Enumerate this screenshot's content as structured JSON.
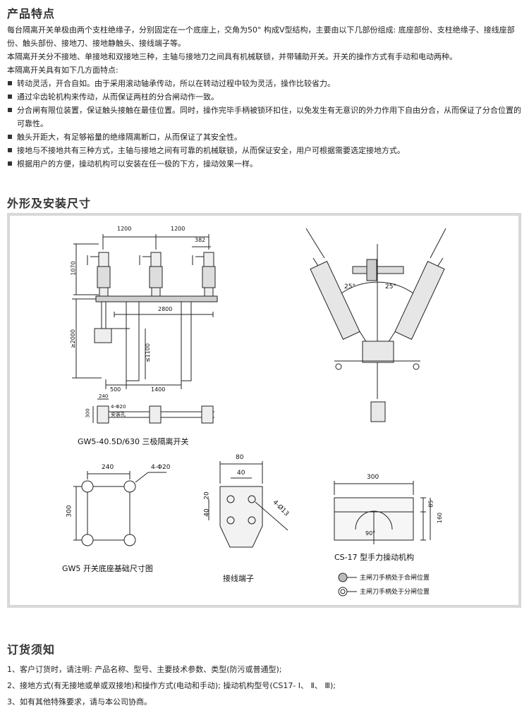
{
  "features": {
    "title": "产品特点",
    "intro": [
      "每台隔离开关单极由两个支柱绝缘子，分别固定在一个底座上，交角为50° 构成V型结构，主要由以下几部份组成: 底座部份、支柱绝缘子、接线座部份、触头部份、接地刀、接地静触头、接线端子等。",
      "本隔离开关分不接地、单接地和双接地三种，主轴与接地刀之间具有机械联锁，并带辅助开关。开关的操作方式有手动和电动两种。",
      "本隔离开关具有如下几方面特点:"
    ],
    "bullets": [
      "转动灵活，开合自如。由于采用滚动轴承传动，所以在转动过程中较为灵活，操作比较省力。",
      "通过伞齿轮机构来传动，从而保证两柱的分合闸动作一致。",
      "分合闸有限位装置，保证触头接触在最佳位置。同时，操作完毕手柄被锁环扣住，以免发生有无意识的外力作用下自由分合，从而保证了分合位置的可靠性。",
      "触头开距大，有足够裕量的绝缘隔离断口，从而保证了其安全性。",
      "接地与不接地共有三种方式，主轴与接地之间有可靠的机械联锁，从而保证安全，用户可根据需要选定接地方式。",
      "根据用户的方便，操动机构可以安装在任一极的下方，操动效果一样。"
    ]
  },
  "dimensions": {
    "title": "外形及安装尺寸",
    "main_view": {
      "dim_1200_a": "1200",
      "dim_1200_b": "1200",
      "dim_382": "382",
      "dim_1070": "1070",
      "dim_2800": "2800",
      "dim_2000": "≥2000",
      "dim_1100": "≤1100",
      "dim_500": "500",
      "dim_1400": "1400",
      "dim_240": "240",
      "dim_300": "300",
      "hole_label": "4-Φ20",
      "hole_label_2": "安装孔",
      "caption": "GW5-40.5D/630 三极隔离开关"
    },
    "side_view": {
      "angle_left": "25°",
      "angle_right": "25°"
    },
    "base": {
      "w": "240",
      "h": "300",
      "hole": "4-Φ20",
      "caption": "GW5 开关底座基础尺寸图"
    },
    "terminal": {
      "w80": "80",
      "w40": "40",
      "h20": "20",
      "h40": "40",
      "hole": "4-Ø13",
      "caption": "接线端子"
    },
    "mechanism": {
      "w300": "300",
      "h85": "85",
      "h160": "160",
      "angle": "90°",
      "caption": "CS-17 型手力操动机构"
    },
    "legend": [
      "主闸刀手柄处于合闸位置",
      "主闸刀手柄处于分闸位置"
    ]
  },
  "order": {
    "title": "订货须知",
    "items": [
      "1、客户订货时，请注明: 产品名称、型号、主要技术参数、类型(防污或普通型);",
      "2、接地方式(有无接地或单或双接地)和操作方式(电动和手动); 操动机构型号(CS17- Ⅰ、 Ⅱ、 Ⅲ);",
      "3、如有其他特殊要求，请与本公司协商。"
    ]
  }
}
